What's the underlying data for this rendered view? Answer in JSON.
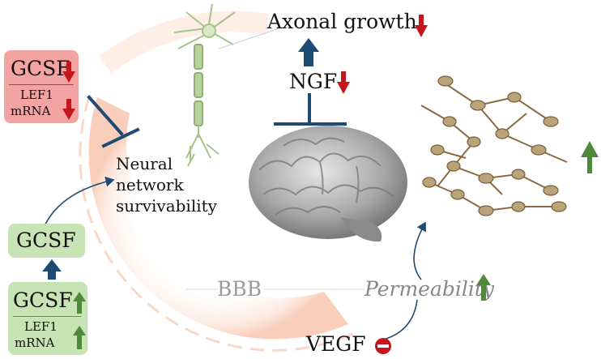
{
  "labels": {
    "axonal_growth": "Axonal growth",
    "ngf": "NGF",
    "gcsf_top": "GCSF",
    "lef1_top_1": "LEF1",
    "lef1_top_2": "mRNA",
    "neural_1": "Neural",
    "neural_2": "network",
    "neural_3": "survivability",
    "gcsf_mid": "GCSF",
    "gcsf_bottom": "GCSF",
    "lef1_bottom_1": "LEF1",
    "lef1_bottom_2": "mRNA",
    "bbb": "BBB",
    "permeability": "Permeability",
    "vegf": "VEGF"
  },
  "colors": {
    "decrease_red": "#c4161c",
    "increase_green": "#4f8a3c",
    "inhibit_blue": "#1e4b73",
    "top_box_fill": "#f4a3a3",
    "green_box_fill": "#c8e3b4",
    "bbb_gray": "#9a9a9a",
    "bbb_arc": "#f2c7b0",
    "neuron_green": "#a6c48a",
    "cell_brown": "#8b6a43"
  },
  "icons": {
    "decrease": "red-down-arrow-icon",
    "increase": "green-up-arrow-icon",
    "inhibit": "inhibition-bar-icon",
    "block": "red-no-entry-icon",
    "neuron": "neuron-drawing",
    "brain": "brain-image",
    "network": "neural-network-drawing"
  }
}
